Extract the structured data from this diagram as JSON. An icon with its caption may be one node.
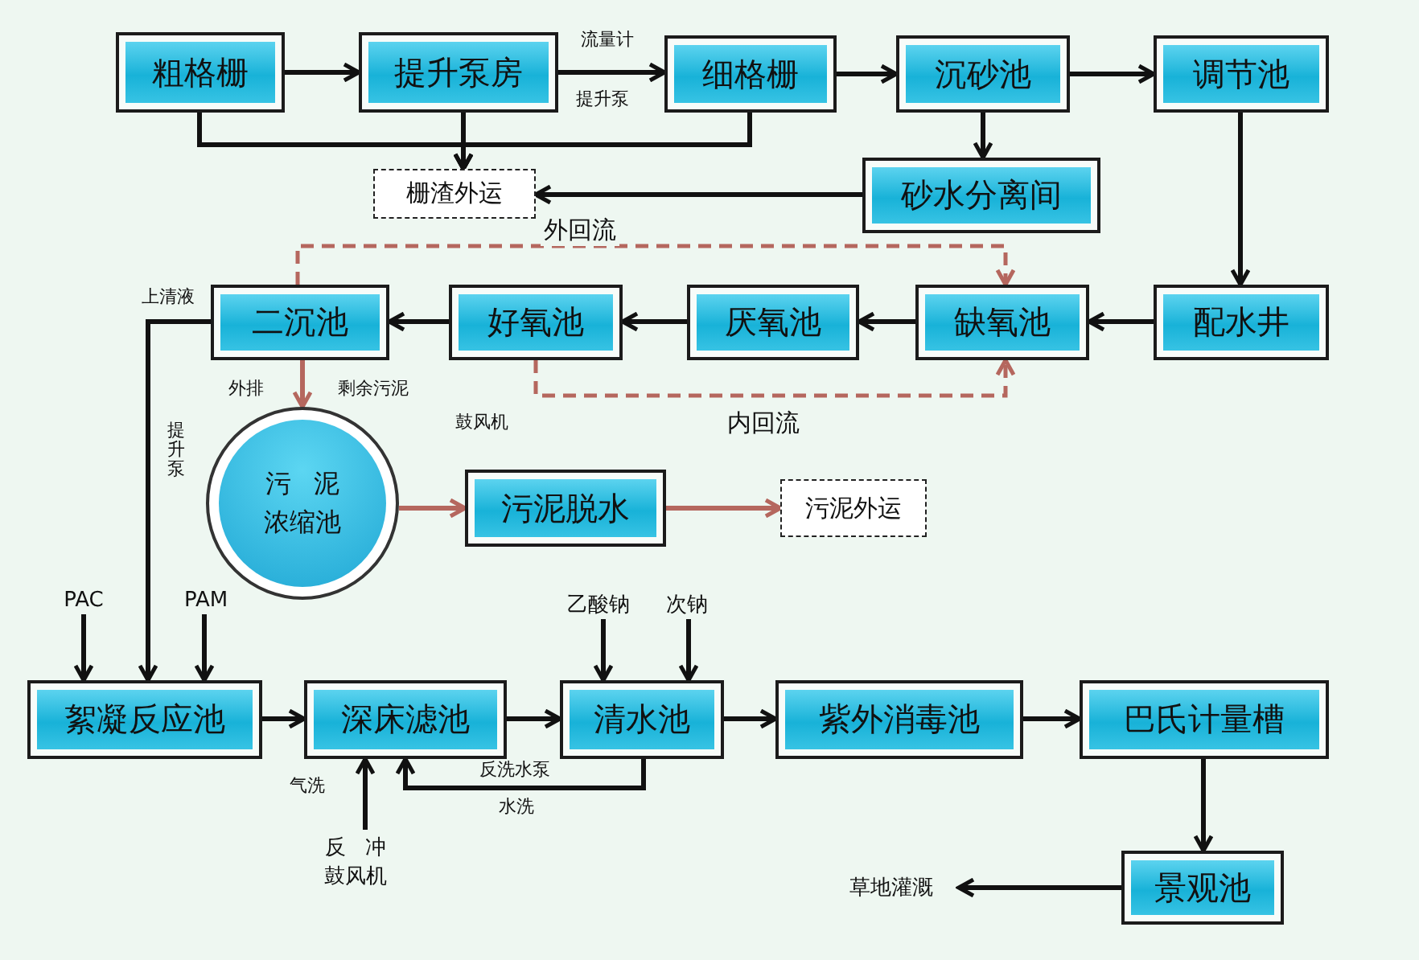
{
  "diagram": {
    "nodes": [
      {
        "text": [
          "粗格栅"
        ]
      },
      {
        "text": [
          "提升泵房"
        ]
      },
      {
        "text": [
          "细格栅"
        ]
      },
      {
        "text": [
          "沉砂池"
        ]
      },
      {
        "text": [
          "调节池"
        ]
      },
      {
        "text": [
          "栅渣外运"
        ]
      },
      {
        "text": [
          "砂水分离间"
        ]
      },
      {
        "text": [
          "配水井"
        ]
      },
      {
        "text": [
          "缺氧池"
        ]
      },
      {
        "text": [
          "厌氧池"
        ]
      },
      {
        "text": [
          "好氧池"
        ]
      },
      {
        "text": [
          "二沉池"
        ]
      },
      {
        "text": [
          "污泥",
          "浓缩池"
        ]
      },
      {
        "text": [
          "污泥脱水"
        ]
      },
      {
        "text": [
          "污泥外运"
        ]
      },
      {
        "text": [
          "絮凝反应池"
        ]
      },
      {
        "text": [
          "深床滤池"
        ]
      },
      {
        "text": [
          "清水池"
        ]
      },
      {
        "text": [
          "紫外消毒池"
        ]
      },
      {
        "text": [
          "巴氏计量槽"
        ]
      },
      {
        "text": [
          "景观池"
        ]
      },
      {
        "text": [
          "草地灌溉"
        ]
      },
      {
        "text": [
          "PAC"
        ]
      },
      {
        "text": [
          "PAM"
        ]
      },
      {
        "text": [
          "乙酸钠"
        ]
      },
      {
        "text": [
          "次钠"
        ]
      },
      {
        "text": [
          "反冲",
          "鼓风机"
        ]
      }
    ],
    "edges": [
      {
        "from": 0,
        "to": 1,
        "arrow": "to"
      },
      {
        "from": 1,
        "to": 2,
        "arrow": "to"
      },
      {
        "from": 2,
        "to": 3,
        "arrow": "to"
      },
      {
        "from": 3,
        "to": 4,
        "arrow": "to"
      },
      {
        "from": 3,
        "to": 6,
        "arrow": "to"
      },
      {
        "from": 0,
        "to": 5,
        "arrow": "to"
      },
      {
        "from": 1,
        "to": 5,
        "arrow": "to"
      },
      {
        "from": 2,
        "to": 5,
        "arrow": "to"
      },
      {
        "from": 6,
        "to": 5,
        "arrow": "to"
      },
      {
        "from": 4,
        "to": 7,
        "arrow": "to"
      },
      {
        "from": 7,
        "to": 8,
        "arrow": "to"
      },
      {
        "from": 8,
        "to": 9,
        "arrow": "to"
      },
      {
        "from": 9,
        "to": 10,
        "arrow": "to"
      },
      {
        "from": 10,
        "to": 11,
        "arrow": "to"
      },
      {
        "from": 11,
        "to": 8,
        "arrow": "to",
        "label": "外回流",
        "style": "dashed",
        "color": "#b5675e"
      },
      {
        "from": 10,
        "to": 8,
        "arrow": "to",
        "label": "内回流",
        "style": "dashed",
        "color": "#b5675e"
      },
      {
        "from": 11,
        "to": 12,
        "arrow": "to",
        "color": "#b5675e"
      },
      {
        "from": 12,
        "to": 13,
        "arrow": "to",
        "color": "#b5675e"
      },
      {
        "from": 13,
        "to": 14,
        "arrow": "to",
        "color": "#b5675e"
      },
      {
        "from": 11,
        "to": 15,
        "arrow": "to"
      },
      {
        "from": 22,
        "to": 15,
        "arrow": "to"
      },
      {
        "from": 23,
        "to": 15,
        "arrow": "to"
      },
      {
        "from": 15,
        "to": 16,
        "arrow": "to"
      },
      {
        "from": 16,
        "to": 17,
        "arrow": "to"
      },
      {
        "from": 17,
        "to": 18,
        "arrow": "to"
      },
      {
        "from": 18,
        "to": 19,
        "arrow": "to"
      },
      {
        "from": 19,
        "to": 20,
        "arrow": "to"
      },
      {
        "from": 20,
        "to": 21,
        "arrow": "to"
      },
      {
        "from": 17,
        "to": 16,
        "arrow": "to"
      },
      {
        "from": 26,
        "to": 16,
        "arrow": "to"
      },
      {
        "from": 24,
        "to": 17,
        "arrow": "to"
      },
      {
        "from": 25,
        "to": 17,
        "arrow": "to"
      }
    ],
    "labels": [
      "流量计",
      "提升泵",
      "上清液",
      "外排",
      "剩余污泥",
      "鼓风机",
      "提升泵",
      "反洗水泵",
      "气洗",
      "水洗"
    ]
  }
}
